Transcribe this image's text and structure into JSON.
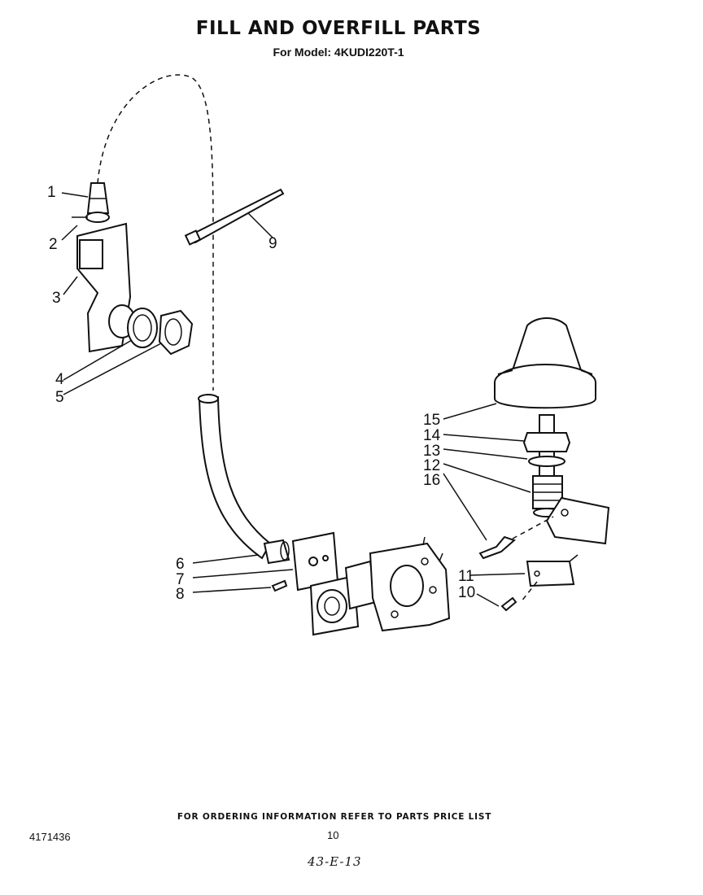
{
  "header": {
    "title": "FILL AND OVERFILL PARTS",
    "model": "For Model: 4KUDI220T-1"
  },
  "callouts": [
    "1",
    "2",
    "3",
    "4",
    "5",
    "6",
    "7",
    "8",
    "9",
    "10",
    "11",
    "12",
    "13",
    "14",
    "15",
    "16"
  ],
  "footer": {
    "ordering_note": "FOR ORDERING INFORMATION REFER TO PARTS PRICE LIST",
    "doc_number": "4171436",
    "page_number": "10",
    "handwritten_note": "43-E-13"
  }
}
